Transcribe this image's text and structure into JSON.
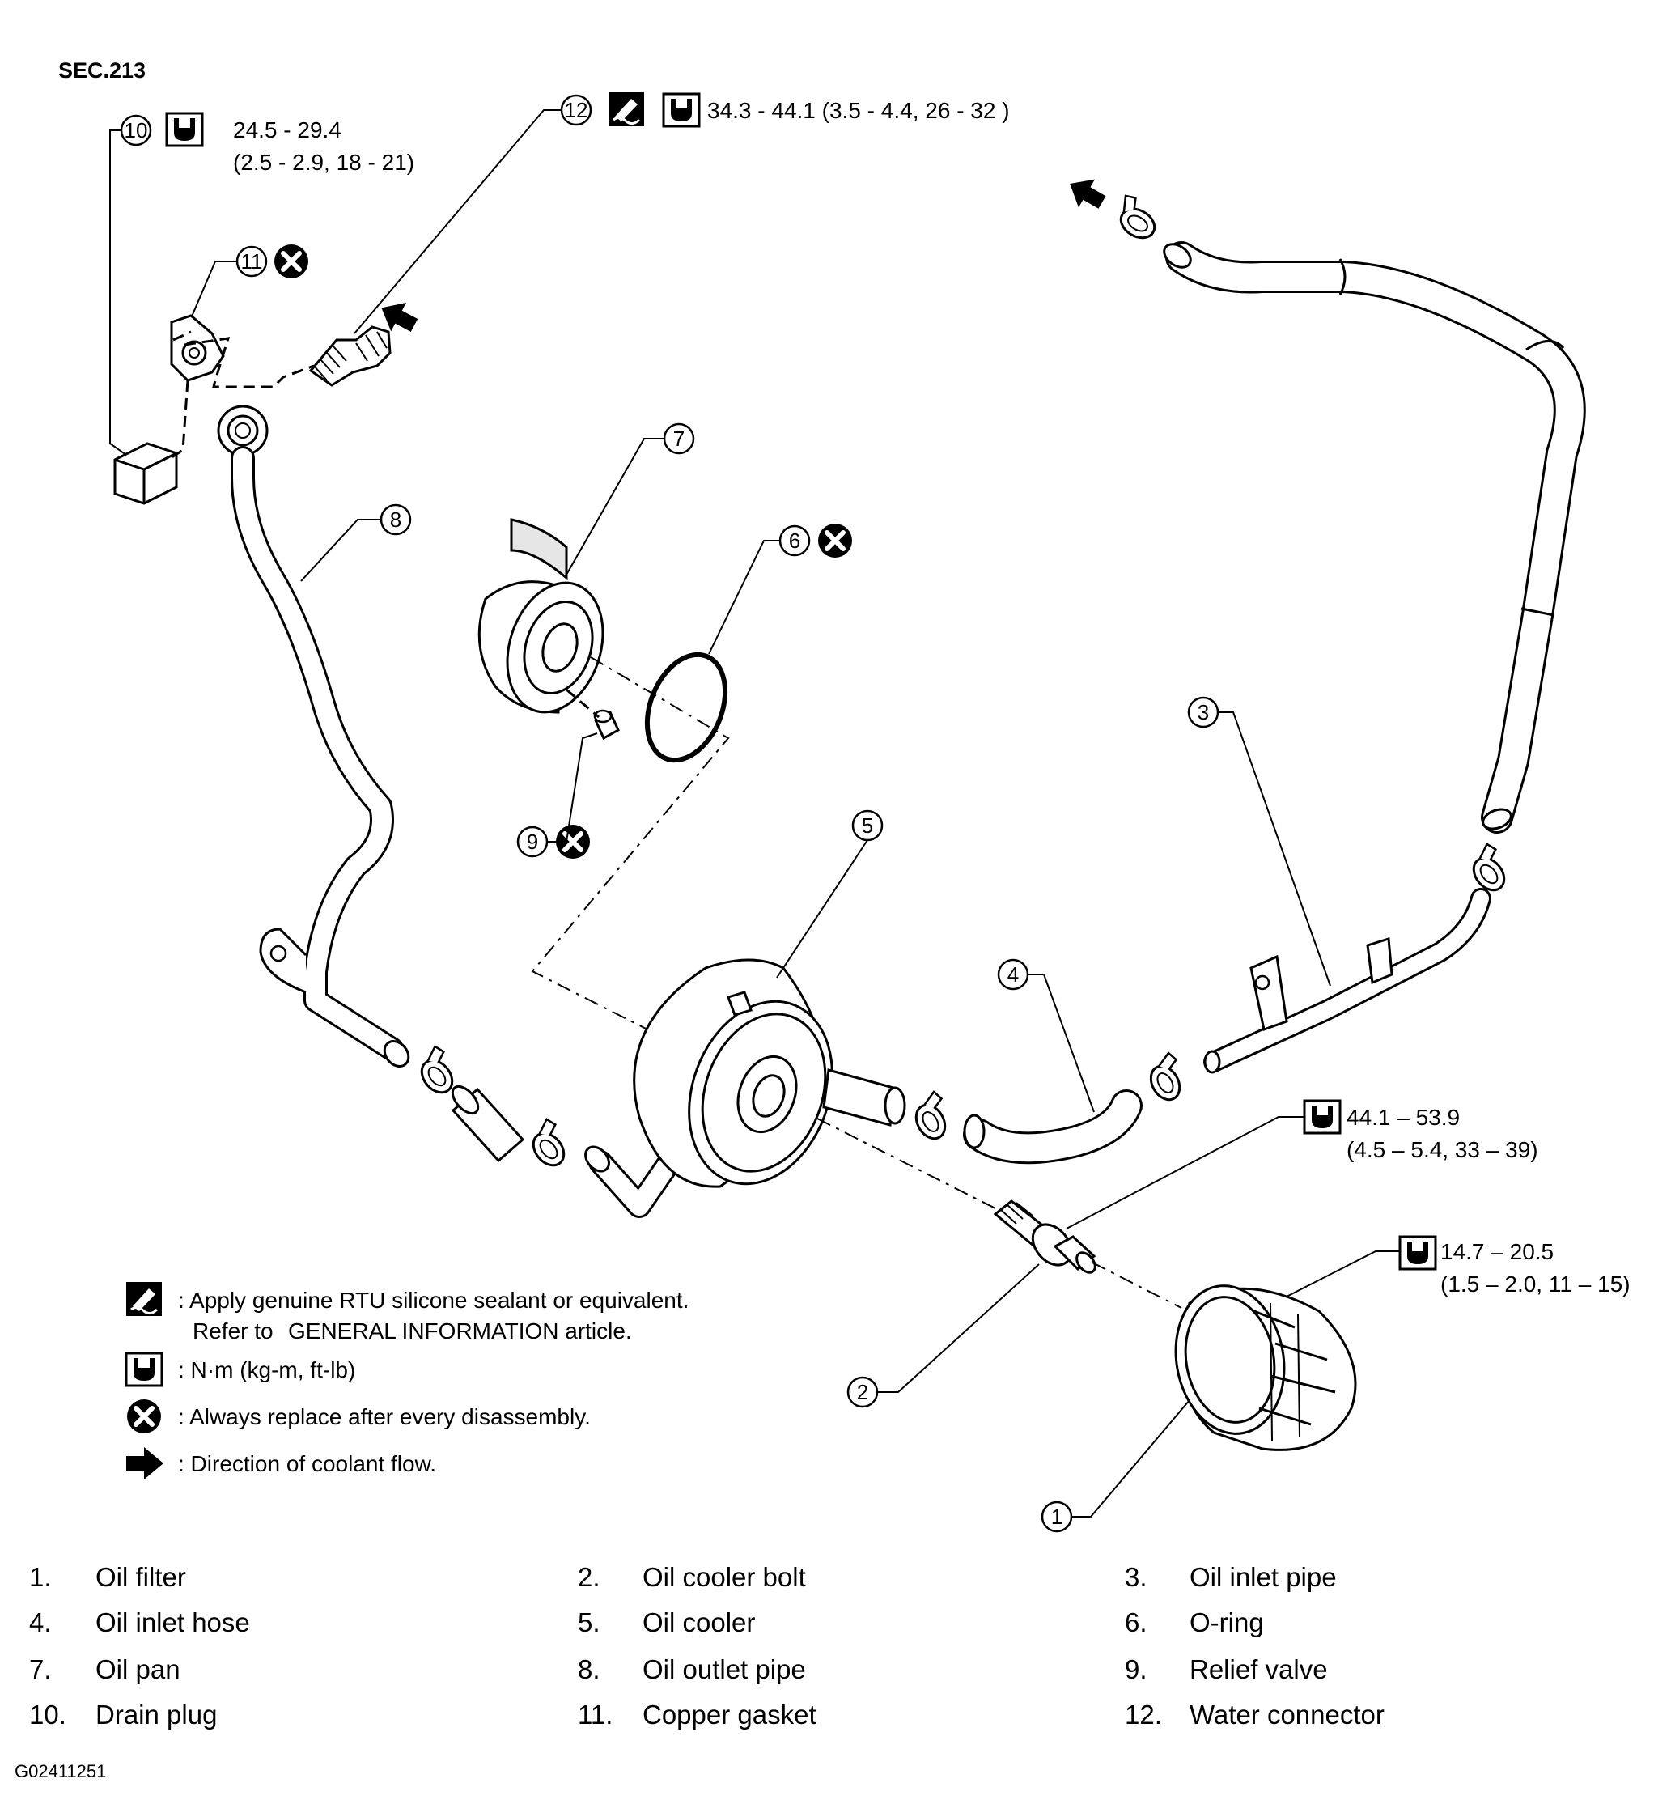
{
  "section": "SEC.213",
  "torque_specs": {
    "drain_plug": {
      "line1": "24.5 - 29.4",
      "line2": "(2.5 - 2.9, 18 - 21)"
    },
    "water_connector": "34.3 - 44.1 (3.5 - 4.4, 26 - 32 )",
    "oil_cooler_bolt": {
      "line1": "44.1 – 53.9",
      "line2": "(4.5 – 5.4, 33 – 39)"
    },
    "oil_filter": {
      "line1": "14.7 – 20.5",
      "line2": "(1.5 – 2.0, 11 – 15)"
    }
  },
  "callouts": [
    "1",
    "2",
    "3",
    "4",
    "5",
    "6",
    "7",
    "8",
    "9",
    "10",
    "11",
    "12"
  ],
  "legend": {
    "sealant_line1": ": Apply genuine RTU silicone sealant or equivalent.",
    "sealant_line2": "Refer to",
    "sealant_line2_ref": "GENERAL INFORMATION article.",
    "torque": ": N·m (kg-m, ft-lb)",
    "replace": ": Always replace after every disassembly.",
    "flow": ": Direction of coolant flow."
  },
  "parts": [
    {
      "num": "1.",
      "label": "Oil filter"
    },
    {
      "num": "2.",
      "label": "Oil cooler bolt"
    },
    {
      "num": "3.",
      "label": "Oil inlet pipe"
    },
    {
      "num": "4.",
      "label": "Oil inlet hose"
    },
    {
      "num": "5.",
      "label": "Oil cooler"
    },
    {
      "num": "6.",
      "label": "O-ring"
    },
    {
      "num": "7.",
      "label": "Oil pan"
    },
    {
      "num": "8.",
      "label": "Oil outlet pipe"
    },
    {
      "num": "9.",
      "label": "Relief valve"
    },
    {
      "num": "10.",
      "label": "Drain plug"
    },
    {
      "num": "11.",
      "label": "Copper gasket"
    },
    {
      "num": "12.",
      "label": "Water connector"
    }
  ],
  "figure_id": "G02411251",
  "icons": [
    "torque-wrench-icon",
    "sealant-icon",
    "replace-x-icon",
    "flow-arrow-icon"
  ]
}
